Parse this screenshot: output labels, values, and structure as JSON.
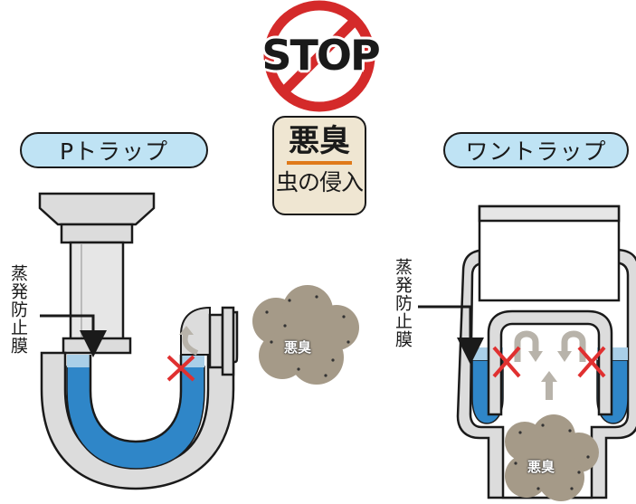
{
  "stop_sign": {
    "text": "STOP"
  },
  "badge": {
    "main": "悪臭",
    "sub": "虫の侵入"
  },
  "p_trap": {
    "title": "Pトラップ",
    "membrane_label": "蒸発防止膜",
    "smell_label": "悪臭"
  },
  "one_trap": {
    "title": "ワントラップ",
    "membrane_label": "蒸発防止膜",
    "smell_label": "悪臭"
  },
  "colors": {
    "water": "#2f86c8",
    "water_light": "#a9cfe8",
    "pipe": "#dcdcdc",
    "outline": "#1a1a1a",
    "stop_red": "#d42a2a",
    "cross_red": "#e03030",
    "smell_cloud": "#a59a88",
    "pill_bg": "#bfe3f4",
    "badge_bg": "#efe6d2",
    "badge_line": "#e07a1a"
  }
}
